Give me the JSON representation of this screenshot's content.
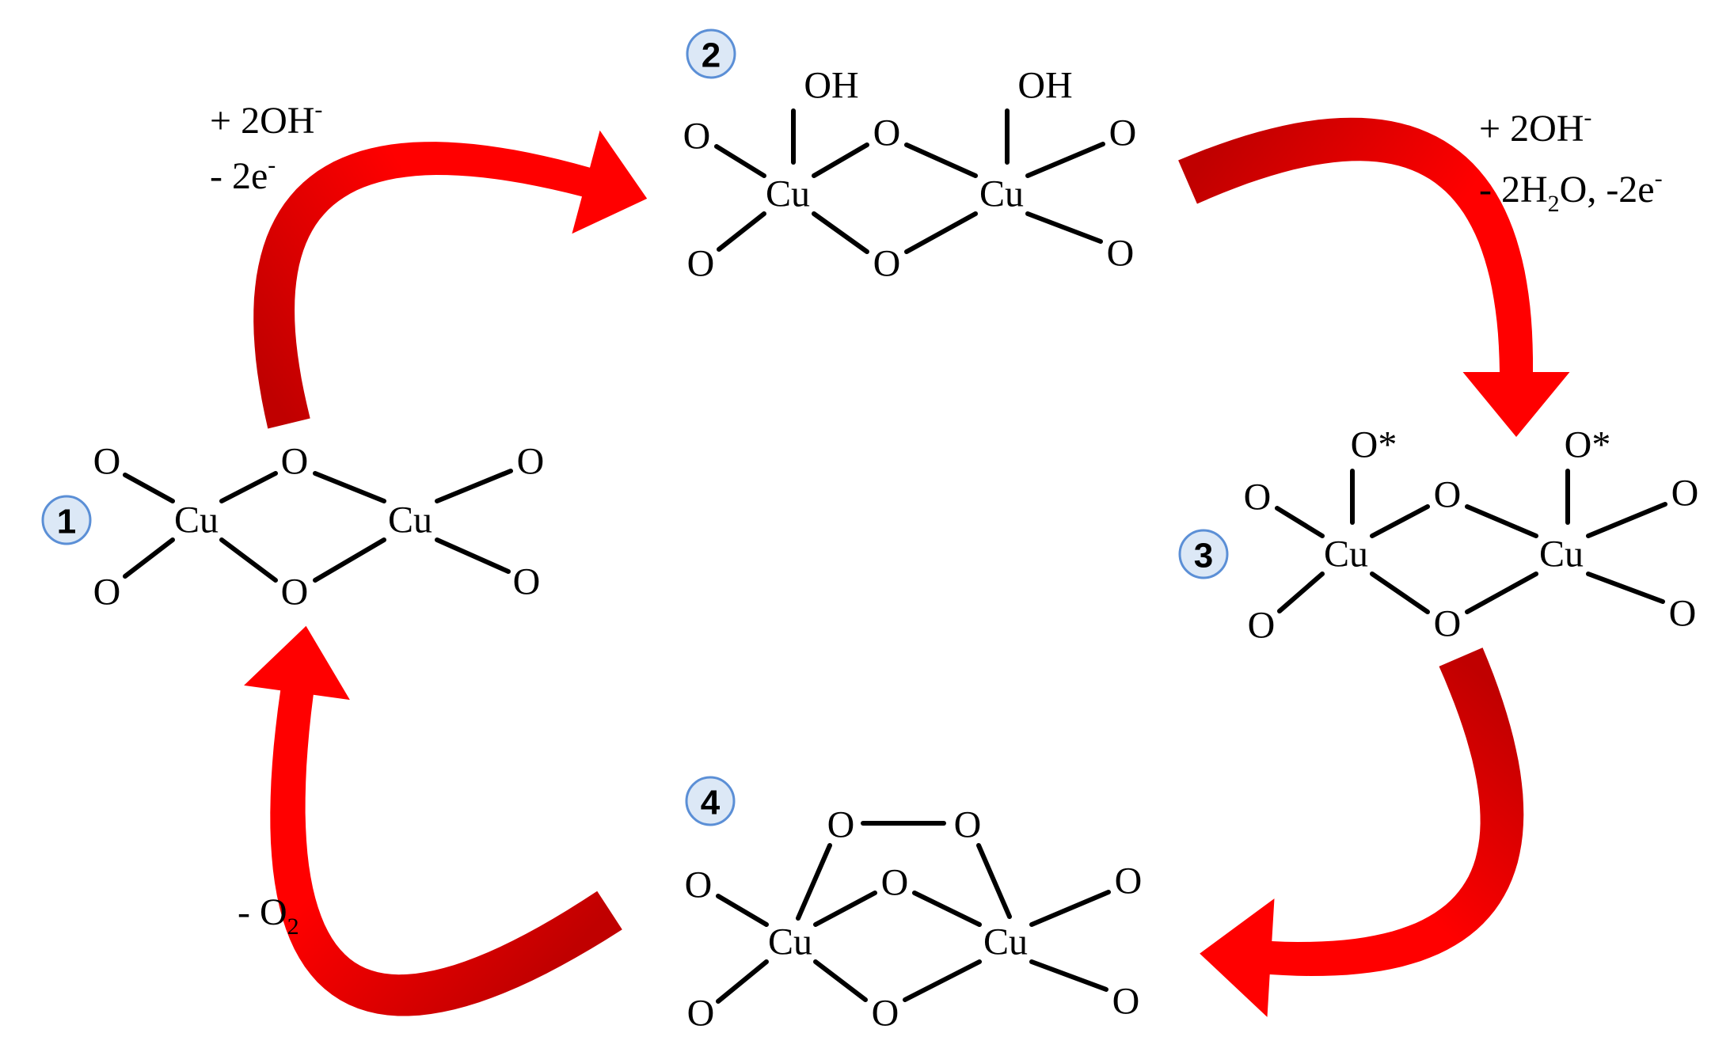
{
  "colors": {
    "arrow_light": "#ff0000",
    "arrow_dark": "#c00000",
    "badge_fill": "#dce8f6",
    "badge_stroke": "#5b8fd6",
    "bond": "#000000",
    "text": "#000000"
  },
  "badges": [
    "1",
    "2",
    "3",
    "4"
  ],
  "atoms": {
    "cu": "Cu",
    "o": "O",
    "oh": "OH",
    "o_star": "O*"
  },
  "conditions": {
    "step_1_2": {
      "line1_text": "+ 2OH",
      "line1_sup": "-",
      "line2_text": "- 2e",
      "line2_sup": "-"
    },
    "step_2_3": {
      "line1_text": "+ 2OH",
      "line1_sup": "-",
      "line2_a": "- 2H",
      "line2_sub": "2",
      "line2_b": "O, -2e",
      "line2_sup": "-"
    },
    "step_4_1": {
      "text": "- O",
      "sub": "2"
    }
  }
}
